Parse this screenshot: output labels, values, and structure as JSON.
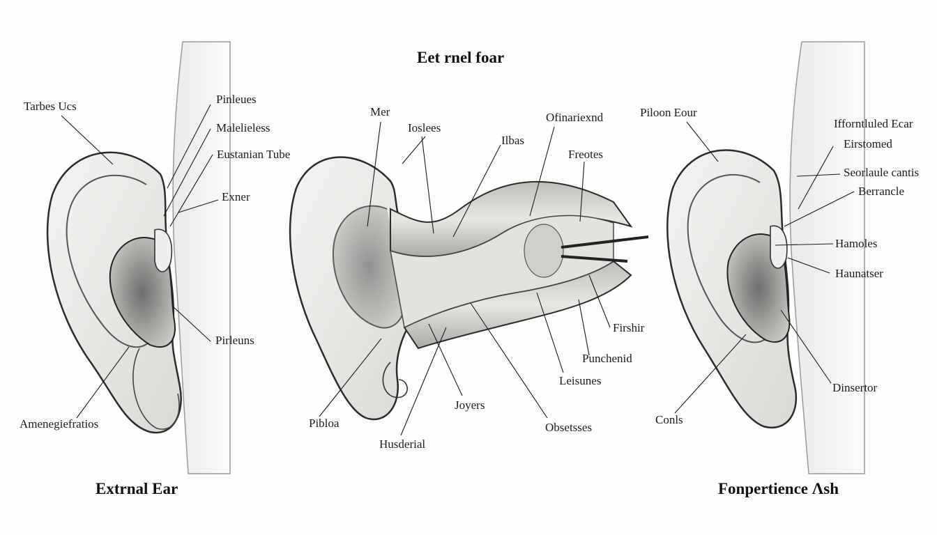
{
  "title": "Eet rnel foar",
  "captions": {
    "left": "Extrnal Ear",
    "right": "Fonpertience Λsh"
  },
  "left_labels": {
    "a": "Tarbes Ucs",
    "b": "Pinleues",
    "c": "Malelieless",
    "d": "Eustanian Tube",
    "e": "Exner",
    "f": "Pirleuns",
    "g": "Amenegiefratios"
  },
  "center_labels": {
    "a": "Mer",
    "b": "Ioslees",
    "c": "Ilbas",
    "d": "Ofinariexnd",
    "e": "Freotes",
    "f": "Firshir",
    "g": "Punchenid",
    "h": "Leisunes",
    "i": "Joyers",
    "j": "Obsetsses",
    "k": "Husderial",
    "l": "Pibloa"
  },
  "right_labels": {
    "a": "Piloon Eour",
    "b": "Ifforntluled Ecar",
    "c": "Eirstomed",
    "d": "Seorlaule cantis",
    "e": "Berrancle",
    "f": "Hamoles",
    "g": "Haunatser",
    "h": "Dinsertor",
    "i": "Conls"
  }
}
